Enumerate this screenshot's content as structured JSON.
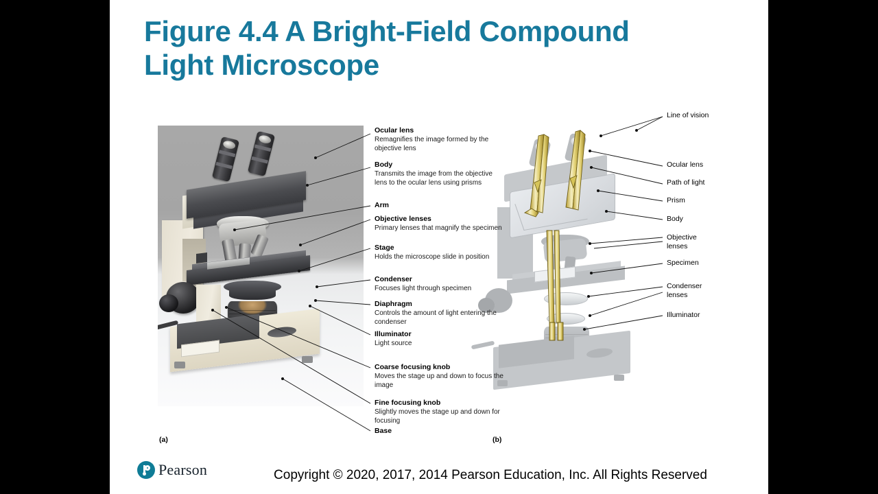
{
  "slide": {
    "title": "Figure 4.4 A Bright-Field Compound Light Microscope",
    "title_line1": "Figure 4.4 A Bright-Field Compound",
    "title_line2": "Light Microscope",
    "title_color": "#17799c",
    "background_color": "#ffffff",
    "letterbox_color": "#000000"
  },
  "figure": {
    "panel_a": {
      "caption": "(a)",
      "image_alt": "Photograph of a bright-field compound light microscope",
      "labels": [
        {
          "head": "Ocular lens",
          "desc": "Remagnifies the image formed by the objective lens"
        },
        {
          "head": "Body",
          "desc": "Transmits the image from the objective lens to the ocular lens using prisms"
        },
        {
          "head": "Arm",
          "desc": ""
        },
        {
          "head": "Objective lenses",
          "desc": "Primary lenses that magnify the specimen"
        },
        {
          "head": "Stage",
          "desc": "Holds the microscope slide in position"
        },
        {
          "head": "Condenser",
          "desc": "Focuses light through specimen"
        },
        {
          "head": "Diaphragm",
          "desc": "Controls the amount of light entering the condenser"
        },
        {
          "head": "Illuminator",
          "desc": "Light source"
        },
        {
          "head": "Coarse focusing knob",
          "desc": "Moves the stage up and down to focus the image"
        },
        {
          "head": "Fine focusing knob",
          "desc": "Slightly moves the stage up and down for focusing"
        },
        {
          "head": "Base",
          "desc": ""
        }
      ]
    },
    "panel_b": {
      "caption": "(b)",
      "image_alt": "Ghosted diagram of the microscope showing the path of light",
      "light_path_color": "#d9c85c",
      "labels": [
        {
          "head": "Line of vision"
        },
        {
          "head": "Ocular lens"
        },
        {
          "head": "Path of light"
        },
        {
          "head": "Prism"
        },
        {
          "head": "Body"
        },
        {
          "head": "Objective lenses"
        },
        {
          "head": "Specimen"
        },
        {
          "head": "Condenser lenses"
        },
        {
          "head": "Illuminator"
        }
      ]
    }
  },
  "footer": {
    "logo_text": "Pearson",
    "logo_color": "#0f7c96",
    "copyright": "Copyright © 2020, 2017, 2014 Pearson Education, Inc. All Rights Reserved"
  }
}
